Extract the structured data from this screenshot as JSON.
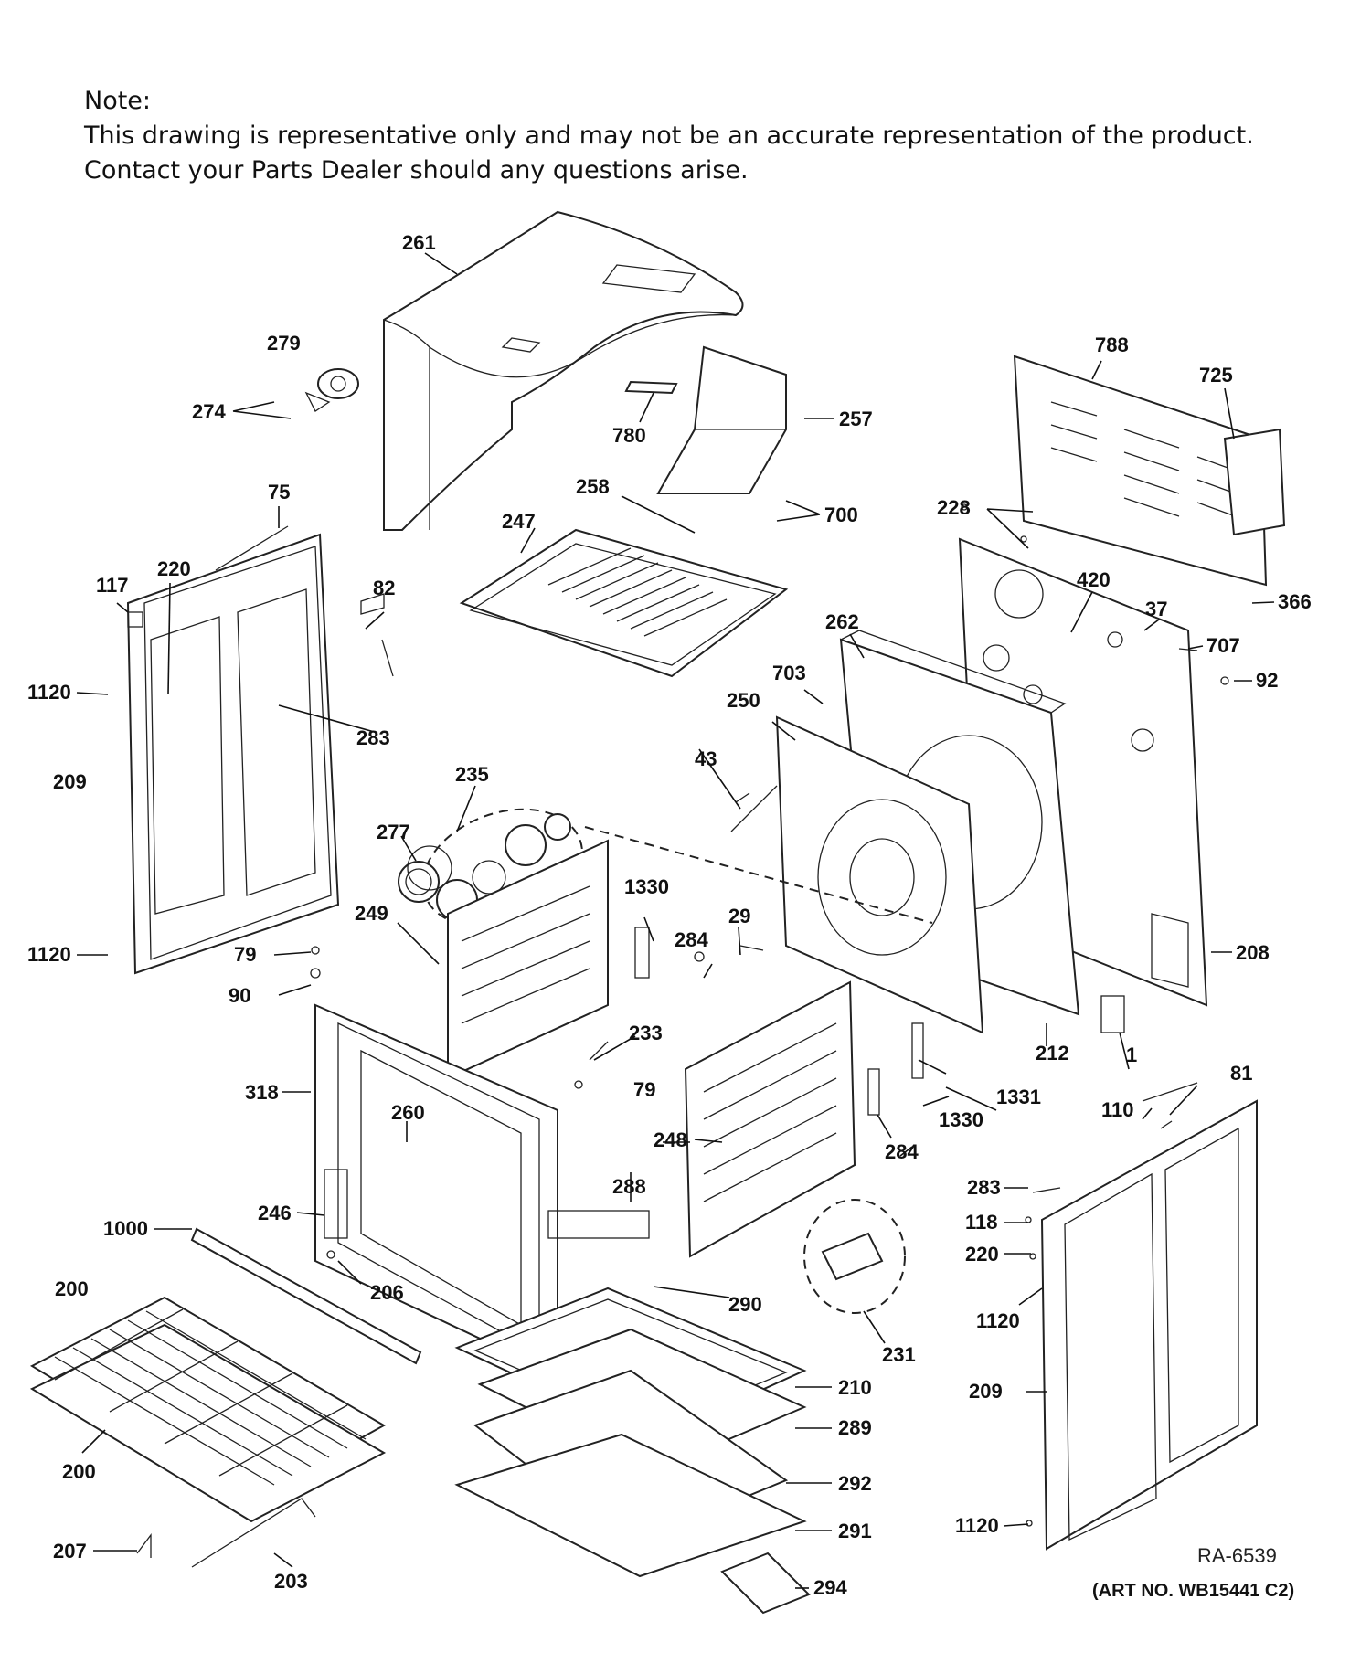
{
  "note": {
    "heading": "Note:",
    "line1": "This drawing is representative only and may not be an accurate representation of the product.",
    "line2": "Contact your Parts Dealer should any questions arise."
  },
  "footer": {
    "drawing_id": "RA-6539",
    "art_no": "(ART NO. WB15441 C2)"
  },
  "part_labels": {
    "p261": "261",
    "p279": "279",
    "p274": "274",
    "p780": "780",
    "p257": "257",
    "p788": "788",
    "p725": "725",
    "p258": "258",
    "p700": "700",
    "p247": "247",
    "p228": "228",
    "p75": "75",
    "p117": "117",
    "p220a": "220",
    "p82": "82",
    "p420": "420",
    "p37": "37",
    "p366": "366",
    "p262": "262",
    "p707": "707",
    "p1120a": "1120",
    "p283a": "283",
    "p703": "703",
    "p92": "92",
    "p43": "43",
    "p250": "250",
    "p209a": "209",
    "p235": "235",
    "p277": "277",
    "p1330a": "1330",
    "p29": "29",
    "p249": "249",
    "p284a": "284",
    "p208": "208",
    "p1120b": "1120",
    "p79a": "79",
    "p90": "90",
    "p233": "233",
    "p212": "212",
    "p1": "1",
    "p79b": "79",
    "p318": "318",
    "p1331": "1331",
    "p81": "81",
    "p260": "260",
    "p248": "248",
    "p1330b": "1330",
    "p110": "110",
    "p284b": "284",
    "p288": "288",
    "p283b": "283",
    "p118": "118",
    "p246": "246",
    "p1000": "1000",
    "p220b": "220",
    "p206": "206",
    "p290": "290",
    "p200a": "200",
    "p1120c": "1120",
    "p231": "231",
    "p210": "210",
    "p209b": "209",
    "p289": "289",
    "p200b": "200",
    "p292": "292",
    "p207": "207",
    "p291": "291",
    "p1120d": "1120",
    "p203": "203",
    "p294": "294"
  }
}
